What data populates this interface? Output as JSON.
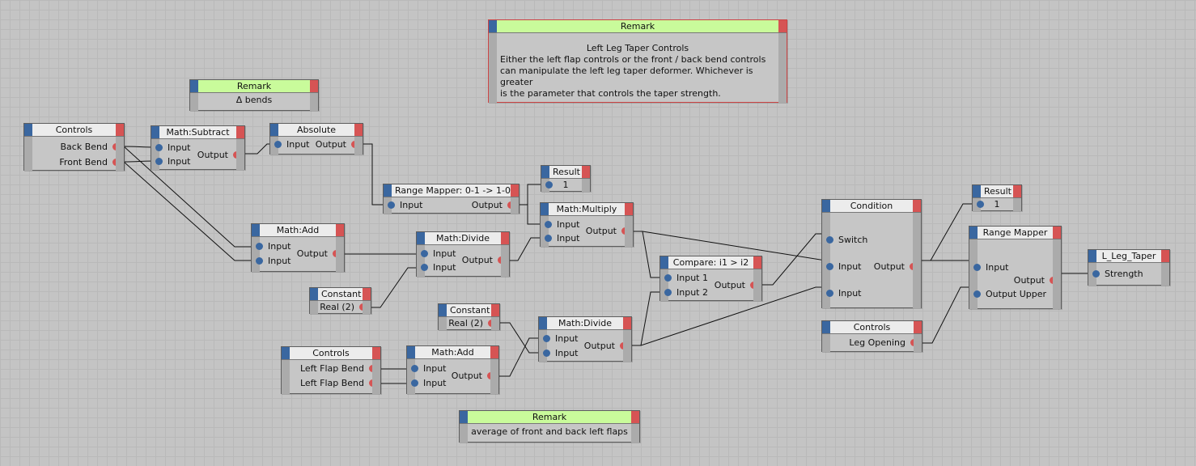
{
  "remarks": {
    "main_title": "Remark",
    "main_heading": "Left Leg Taper Controls",
    "main_lines": [
      "Either the left flap controls or the front / back bend controls",
      "can manipulate the left leg taper deformer. Whichever is greater",
      "is the parameter that controls the taper strength."
    ],
    "bends_title": "Remark",
    "bends_text": "Δ bends",
    "flaps_title": "Remark",
    "flaps_text": "average of front and back left flaps"
  },
  "nodes": {
    "controls1": {
      "title": "Controls",
      "out1": "Back Bend",
      "out2": "Front Bend"
    },
    "subtract": {
      "title": "Math:Subtract",
      "in1": "Input",
      "in2": "Input",
      "out": "Output"
    },
    "absolute": {
      "title": "Absolute",
      "in": "Input",
      "out": "Output"
    },
    "rangemap1": {
      "title": "Range Mapper: 0-1 -> 1-0",
      "in": "Input",
      "out": "Output"
    },
    "result1": {
      "title": "Result",
      "value": "1"
    },
    "multiply": {
      "title": "Math:Multiply",
      "in1": "Input",
      "in2": "Input",
      "out": "Output"
    },
    "add1": {
      "title": "Math:Add",
      "in1": "Input",
      "in2": "Input",
      "out": "Output"
    },
    "divide1": {
      "title": "Math:Divide",
      "in1": "Input",
      "in2": "Input",
      "out": "Output"
    },
    "constant1": {
      "title": "Constant",
      "out": "Real (2)"
    },
    "constant2": {
      "title": "Constant",
      "out": "Real (2)"
    },
    "divide2": {
      "title": "Math:Divide",
      "in1": "Input",
      "in2": "Input",
      "out": "Output"
    },
    "controls2": {
      "title": "Controls",
      "out1": "Left Flap Bend",
      "out2": "Left Flap Bend"
    },
    "add2": {
      "title": "Math:Add",
      "in1": "Input",
      "in2": "Input",
      "out": "Output"
    },
    "compare": {
      "title": "Compare: i1 > i2",
      "in1": "Input 1",
      "in2": "Input 2",
      "out": "Output"
    },
    "condition": {
      "title": "Condition",
      "in1": "Switch",
      "in2": "Input",
      "in3": "Input",
      "out": "Output"
    },
    "controls3": {
      "title": "Controls",
      "out": "Leg Opening"
    },
    "result2": {
      "title": "Result",
      "value": "1"
    },
    "rangemap2": {
      "title": "Range Mapper",
      "in1": "Input",
      "in2": "Output Upper",
      "out": "Output"
    },
    "taper": {
      "title": "L_Leg_Taper",
      "in": "Strength"
    }
  }
}
